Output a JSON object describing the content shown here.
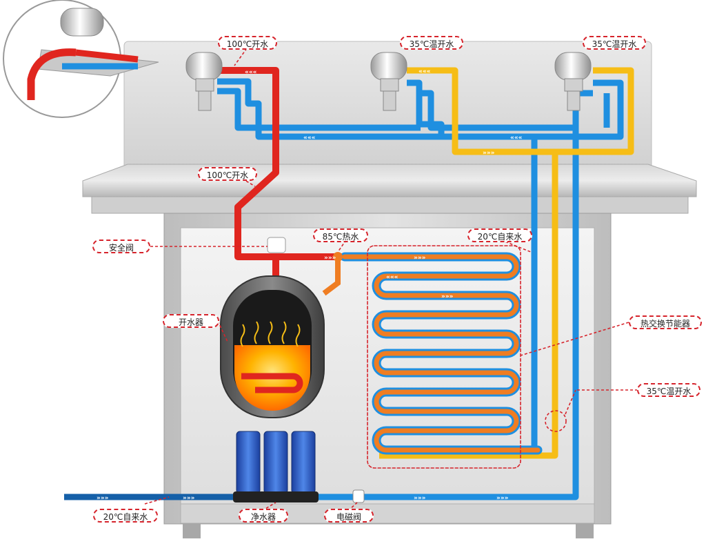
{
  "labels": {
    "hot100_top": "100℃开水",
    "warm35_mid": "35℃温开水",
    "warm35_right": "35℃温开水",
    "hot100_mid": "100℃开水",
    "safety_valve": "安全阀",
    "hot85": "85℃热水",
    "tap20_upper": "20℃自来水",
    "boiler": "开水器",
    "heat_exchanger": "热交换节能器",
    "warm35_side": "35℃温开水",
    "tap20_inlet": "20℃自来水",
    "purifier": "净水器",
    "solenoid_valve": "电磁阀"
  },
  "colors": {
    "hot_pipe": "#e0261f",
    "warm_pipe": "#f6bd16",
    "cold_pipe": "#1f8fe0",
    "inlet_pipe": "#1560a8",
    "coil_orange": "#ef7d22",
    "label_border": "#d6232b",
    "cabinet": "#c9c9c9"
  },
  "icons": {
    "faucet": "faucet-icon",
    "flow_arrow": "chevron-flow-icon",
    "filter": "filter-cartridge-icon",
    "flame": "steam-icon"
  }
}
